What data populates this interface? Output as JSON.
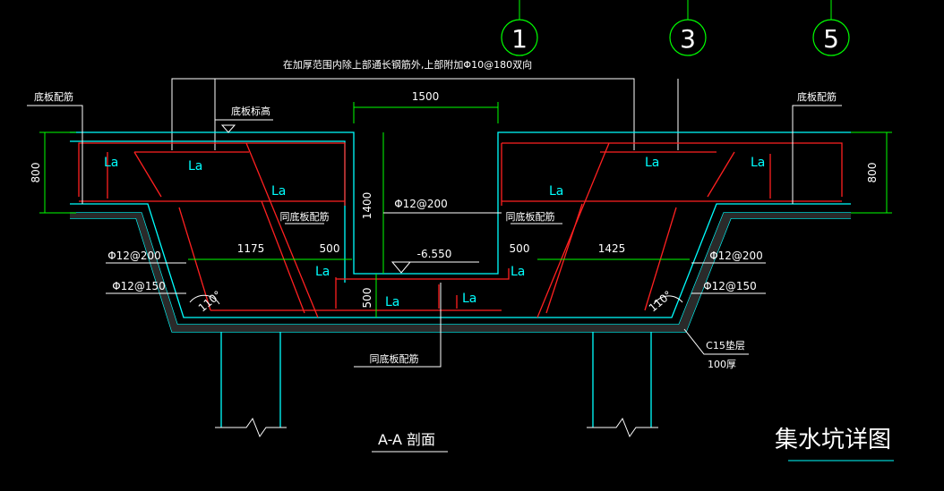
{
  "axes": [
    {
      "label": "1"
    },
    {
      "label": "3"
    },
    {
      "label": "5"
    }
  ],
  "annotations": {
    "top_note": "在加厚范围内除上部通长钢筋外,上部附加Φ10@180双向",
    "left_board_rebar": "底板配筋",
    "right_board_rebar": "底板配筋",
    "board_elevation": "底板标高",
    "same_board_rebar_left": "同底板配筋",
    "same_board_rebar_right": "同底板配筋",
    "same_board_rebar_bottom": "同底板配筋",
    "rebar_left_200": "Φ12@200",
    "rebar_left_150": "Φ12@150",
    "rebar_right_200": "Φ12@200",
    "rebar_right_150": "Φ12@150",
    "rebar_center": "Φ12@200",
    "cushion_line1": "C15垫层",
    "cushion_line2": "100厚",
    "angle_left": "110°",
    "angle_right": "110°",
    "anchor_label": "La"
  },
  "dimensions": {
    "pit_width": "1500",
    "left_thickness": "800",
    "right_thickness": "800",
    "pit_depth": "1400",
    "left_slope": "1175",
    "left_500": "500",
    "right_500": "500",
    "right_slope": "1425",
    "bottom_500": "500",
    "elevation": "-6.550"
  },
  "section_title": "A-A 剖面",
  "drawing_title": "集水坑详图",
  "colors": {
    "background": "#000000",
    "outline": "#00ffff",
    "rebar": "#ff2020",
    "text": "#ffffff",
    "dimension": "#00ff00",
    "axis_circle": "#00ff00",
    "leader": "#ffffff"
  }
}
